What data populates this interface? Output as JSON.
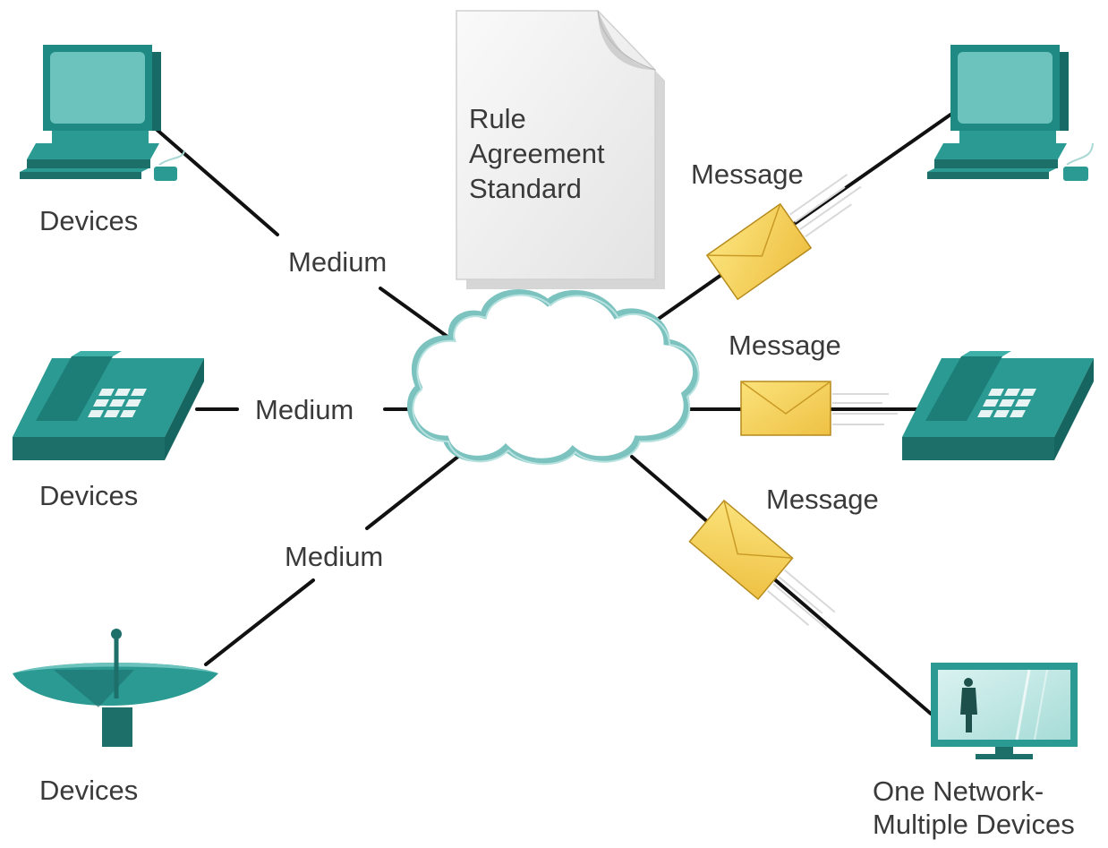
{
  "document": {
    "lines": [
      "Rule",
      "Agreement",
      "Standard"
    ]
  },
  "labels": {
    "devices_top": "Devices",
    "devices_mid": "Devices",
    "devices_bottom": "Devices",
    "medium_top": "Medium",
    "medium_mid": "Medium",
    "medium_bottom": "Medium",
    "message_top": "Message",
    "message_mid": "Message",
    "message_bottom": "Message",
    "one_network_line1": "One Network-",
    "one_network_line2": "Multiple Devices"
  },
  "icons": [
    "desktop-computer-icon",
    "telephone-icon",
    "satellite-dish-icon",
    "cloud-network-icon",
    "document-icon",
    "envelope-icon",
    "monitor-tv-icon"
  ],
  "colors": {
    "device_teal": "#2a9a93",
    "device_dark": "#1d6f6a",
    "screen_light": "#6cc2bc",
    "cloud_stroke": "#7cc3c0",
    "envelope_fill": "#f6d35a",
    "line": "#111111",
    "text": "#3a3a3a"
  }
}
